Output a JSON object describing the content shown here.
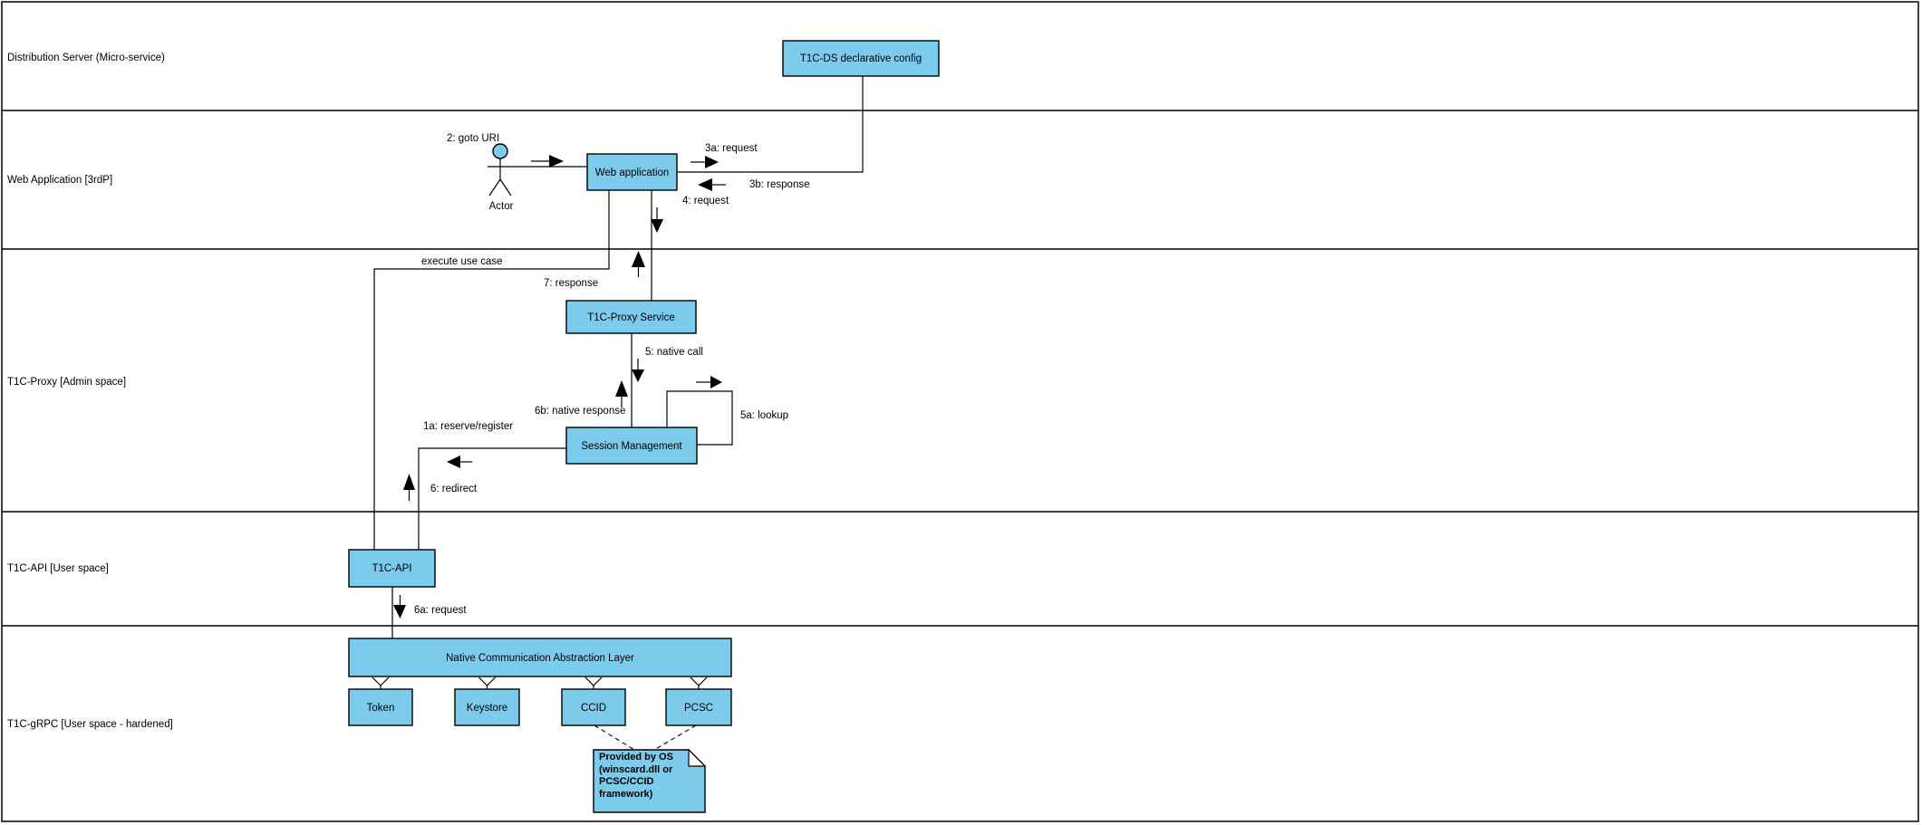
{
  "lanes": [
    {
      "label": "Distribution Server (Micro-service)"
    },
    {
      "label": "Web Application [3rdP]"
    },
    {
      "label": "T1C-Proxy [Admin space]"
    },
    {
      "label": "T1C-API [User space]"
    },
    {
      "label": "T1C-gRPC [User space - hardened]"
    }
  ],
  "nodes": {
    "t1c_ds": {
      "label": "T1C-DS declarative config"
    },
    "web_app": {
      "label": "Web application"
    },
    "actor": {
      "label": "Actor"
    },
    "proxy": {
      "label": "T1C-Proxy Service"
    },
    "session": {
      "label": "Session Management"
    },
    "t1c_api": {
      "label": "T1C-API"
    },
    "ncal": {
      "label": "Native Communication Abstraction Layer"
    },
    "token": {
      "label": "Token"
    },
    "keystore": {
      "label": "Keystore"
    },
    "ccid": {
      "label": "CCID"
    },
    "pcsc": {
      "label": "PCSC"
    }
  },
  "messages": {
    "goto_uri": "2: goto URI",
    "request_3a": "3a: request",
    "response_3b": "3b: response",
    "request_4": "4: request",
    "response_7": "7: response",
    "execute_use_case": "execute use case",
    "native_call_5": "5: native call",
    "native_response_6b": "6b: native response",
    "lookup_5a": "5a: lookup",
    "reserve_register_1a": "1a: reserve/register",
    "redirect_6": "6: redirect",
    "request_6a": "6a: request"
  },
  "note": {
    "text": "Provided by OS (winscard.dll or PCSC/CCID framework)"
  },
  "colors": {
    "node_fill": "#7dcbec",
    "stroke": "#000000",
    "background": "#ffffff"
  }
}
